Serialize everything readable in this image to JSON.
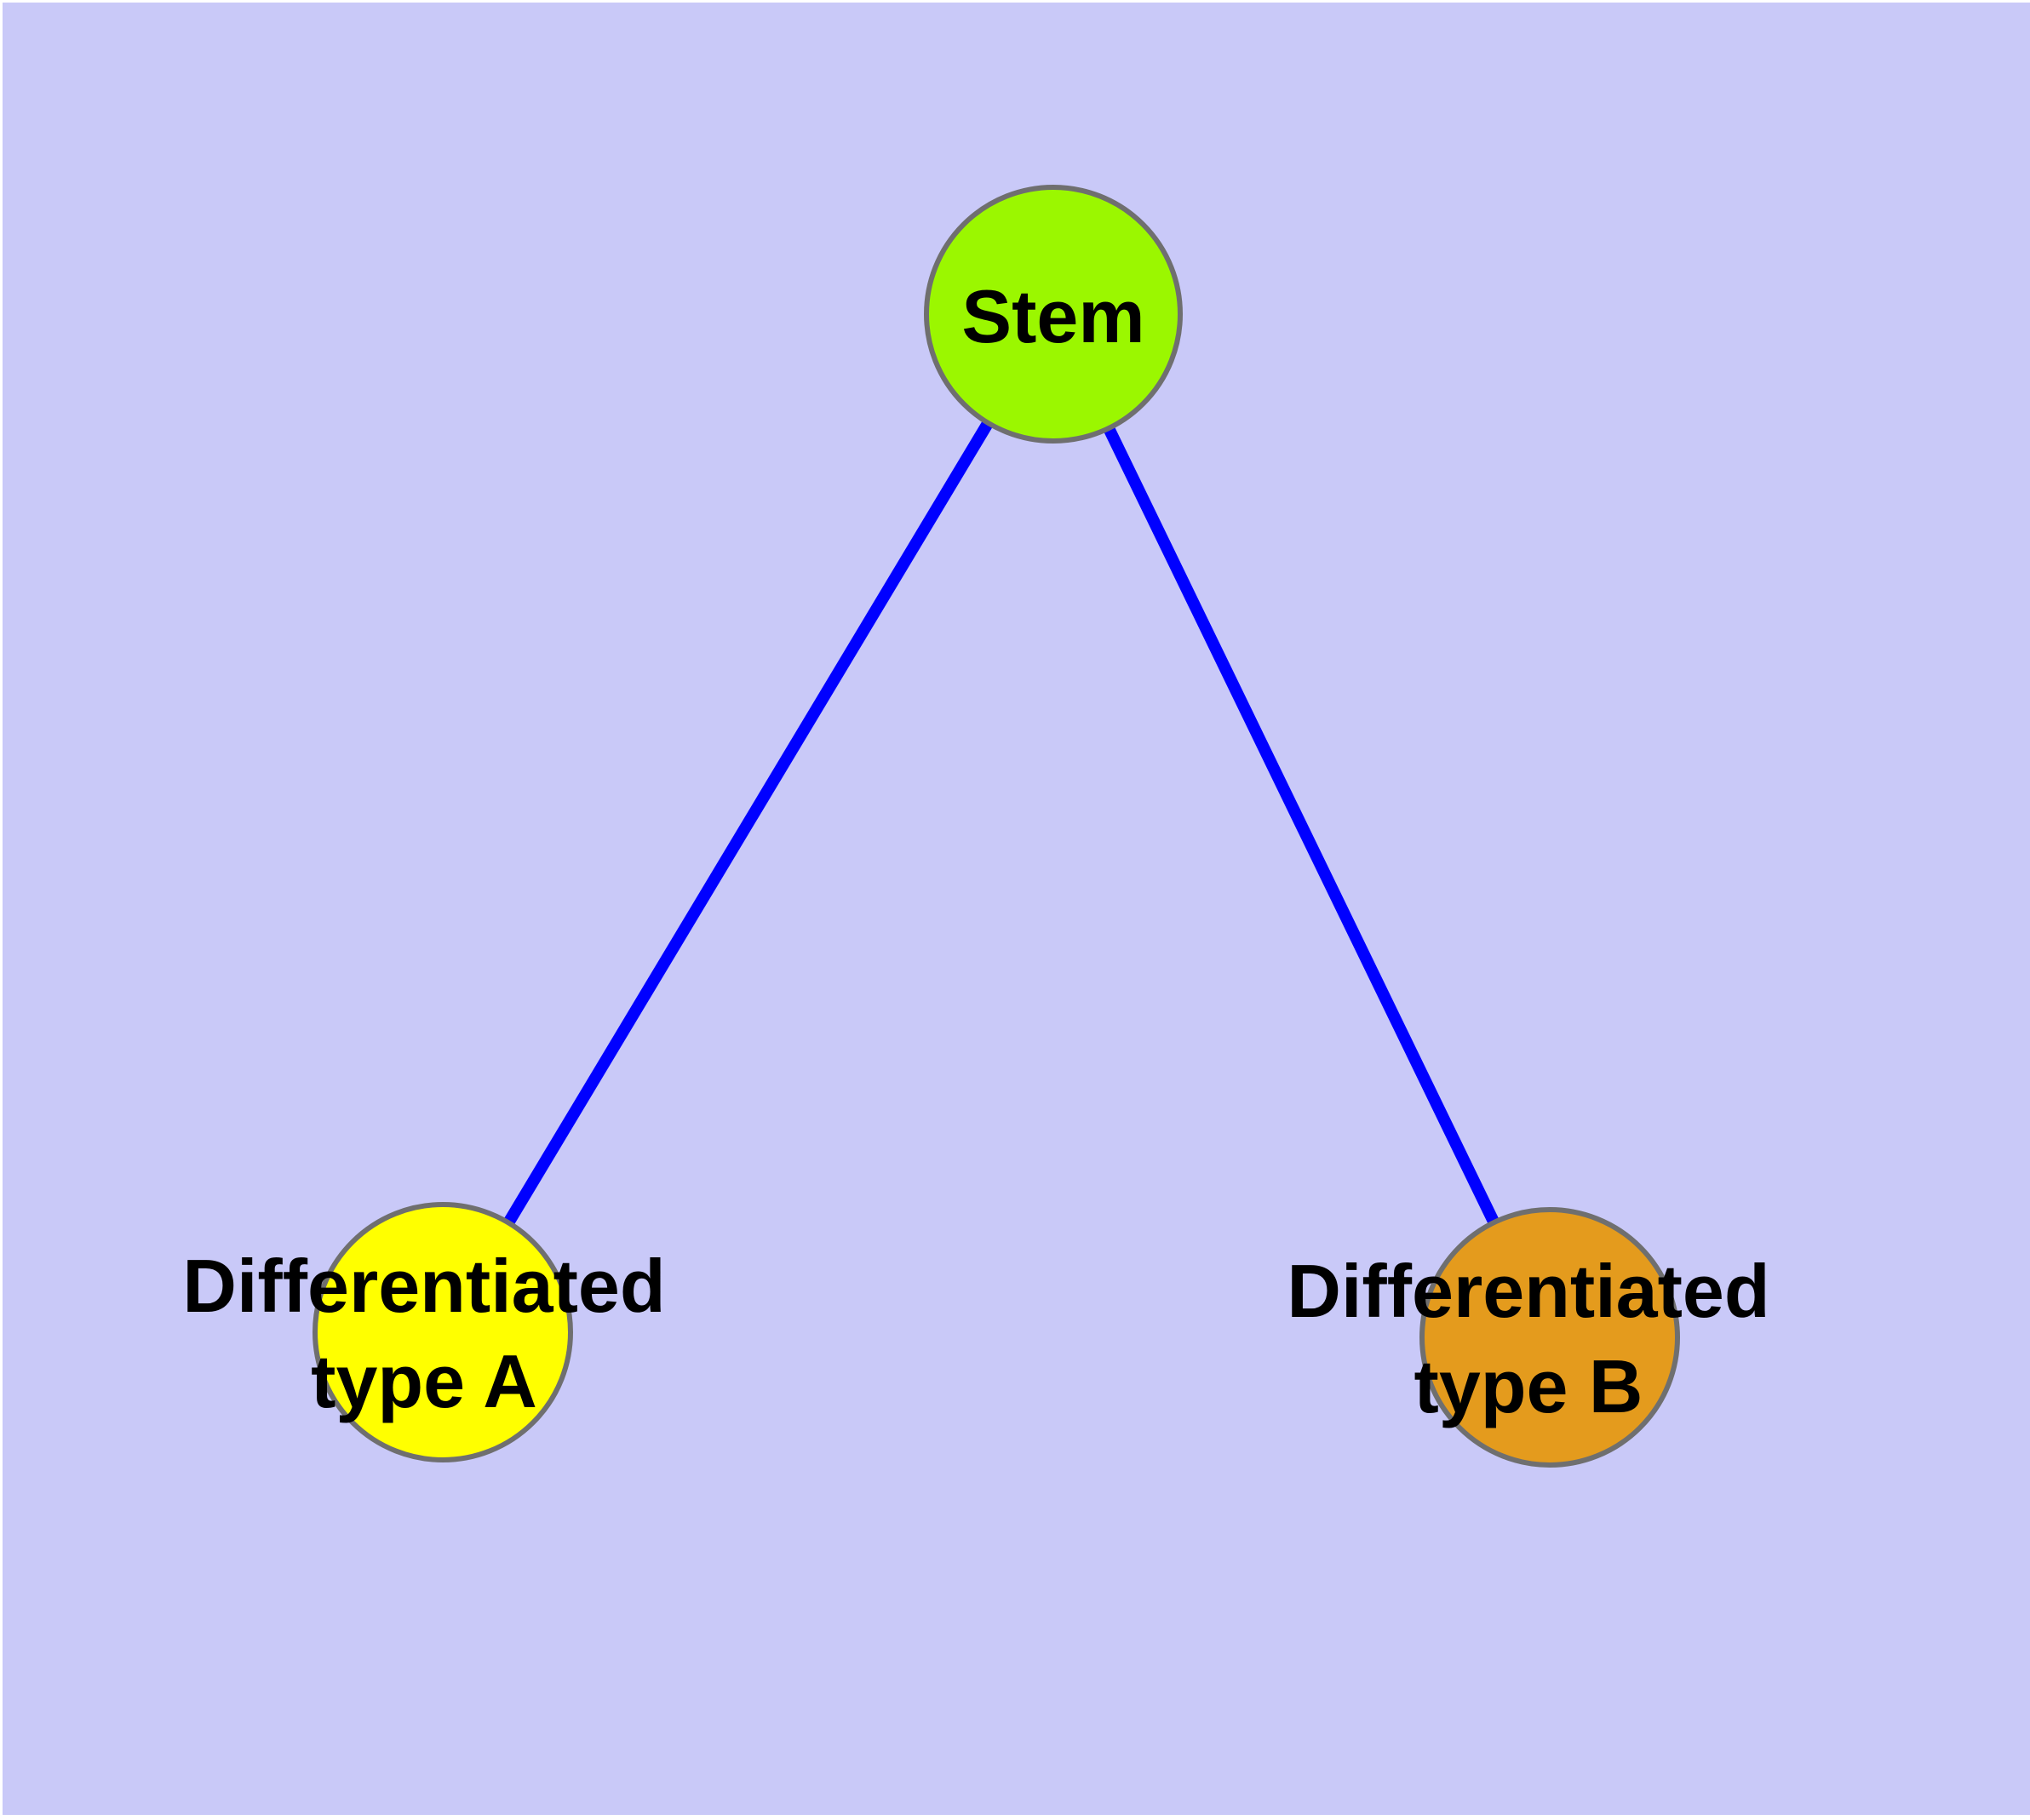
{
  "canvas": {
    "background_color": "#C9C9F8",
    "margin_color": "#FFFFFF",
    "node_border_color": "#6F6F6F",
    "text_color": "#000000"
  },
  "edges": {
    "color": "#0000FF",
    "items": [
      {
        "from": "stem",
        "to": "differentiated-type-a"
      },
      {
        "from": "stem",
        "to": "differentiated-type-b"
      }
    ]
  },
  "nodes": {
    "stem": {
      "label": "Stem",
      "fill": "#9BF700"
    },
    "type_a": {
      "line1": "Differentiated",
      "line2": "type A",
      "fill": "#FFFF00"
    },
    "type_b": {
      "line1": "Differentiated",
      "line2": "type B",
      "fill": "#E49B1D"
    }
  }
}
